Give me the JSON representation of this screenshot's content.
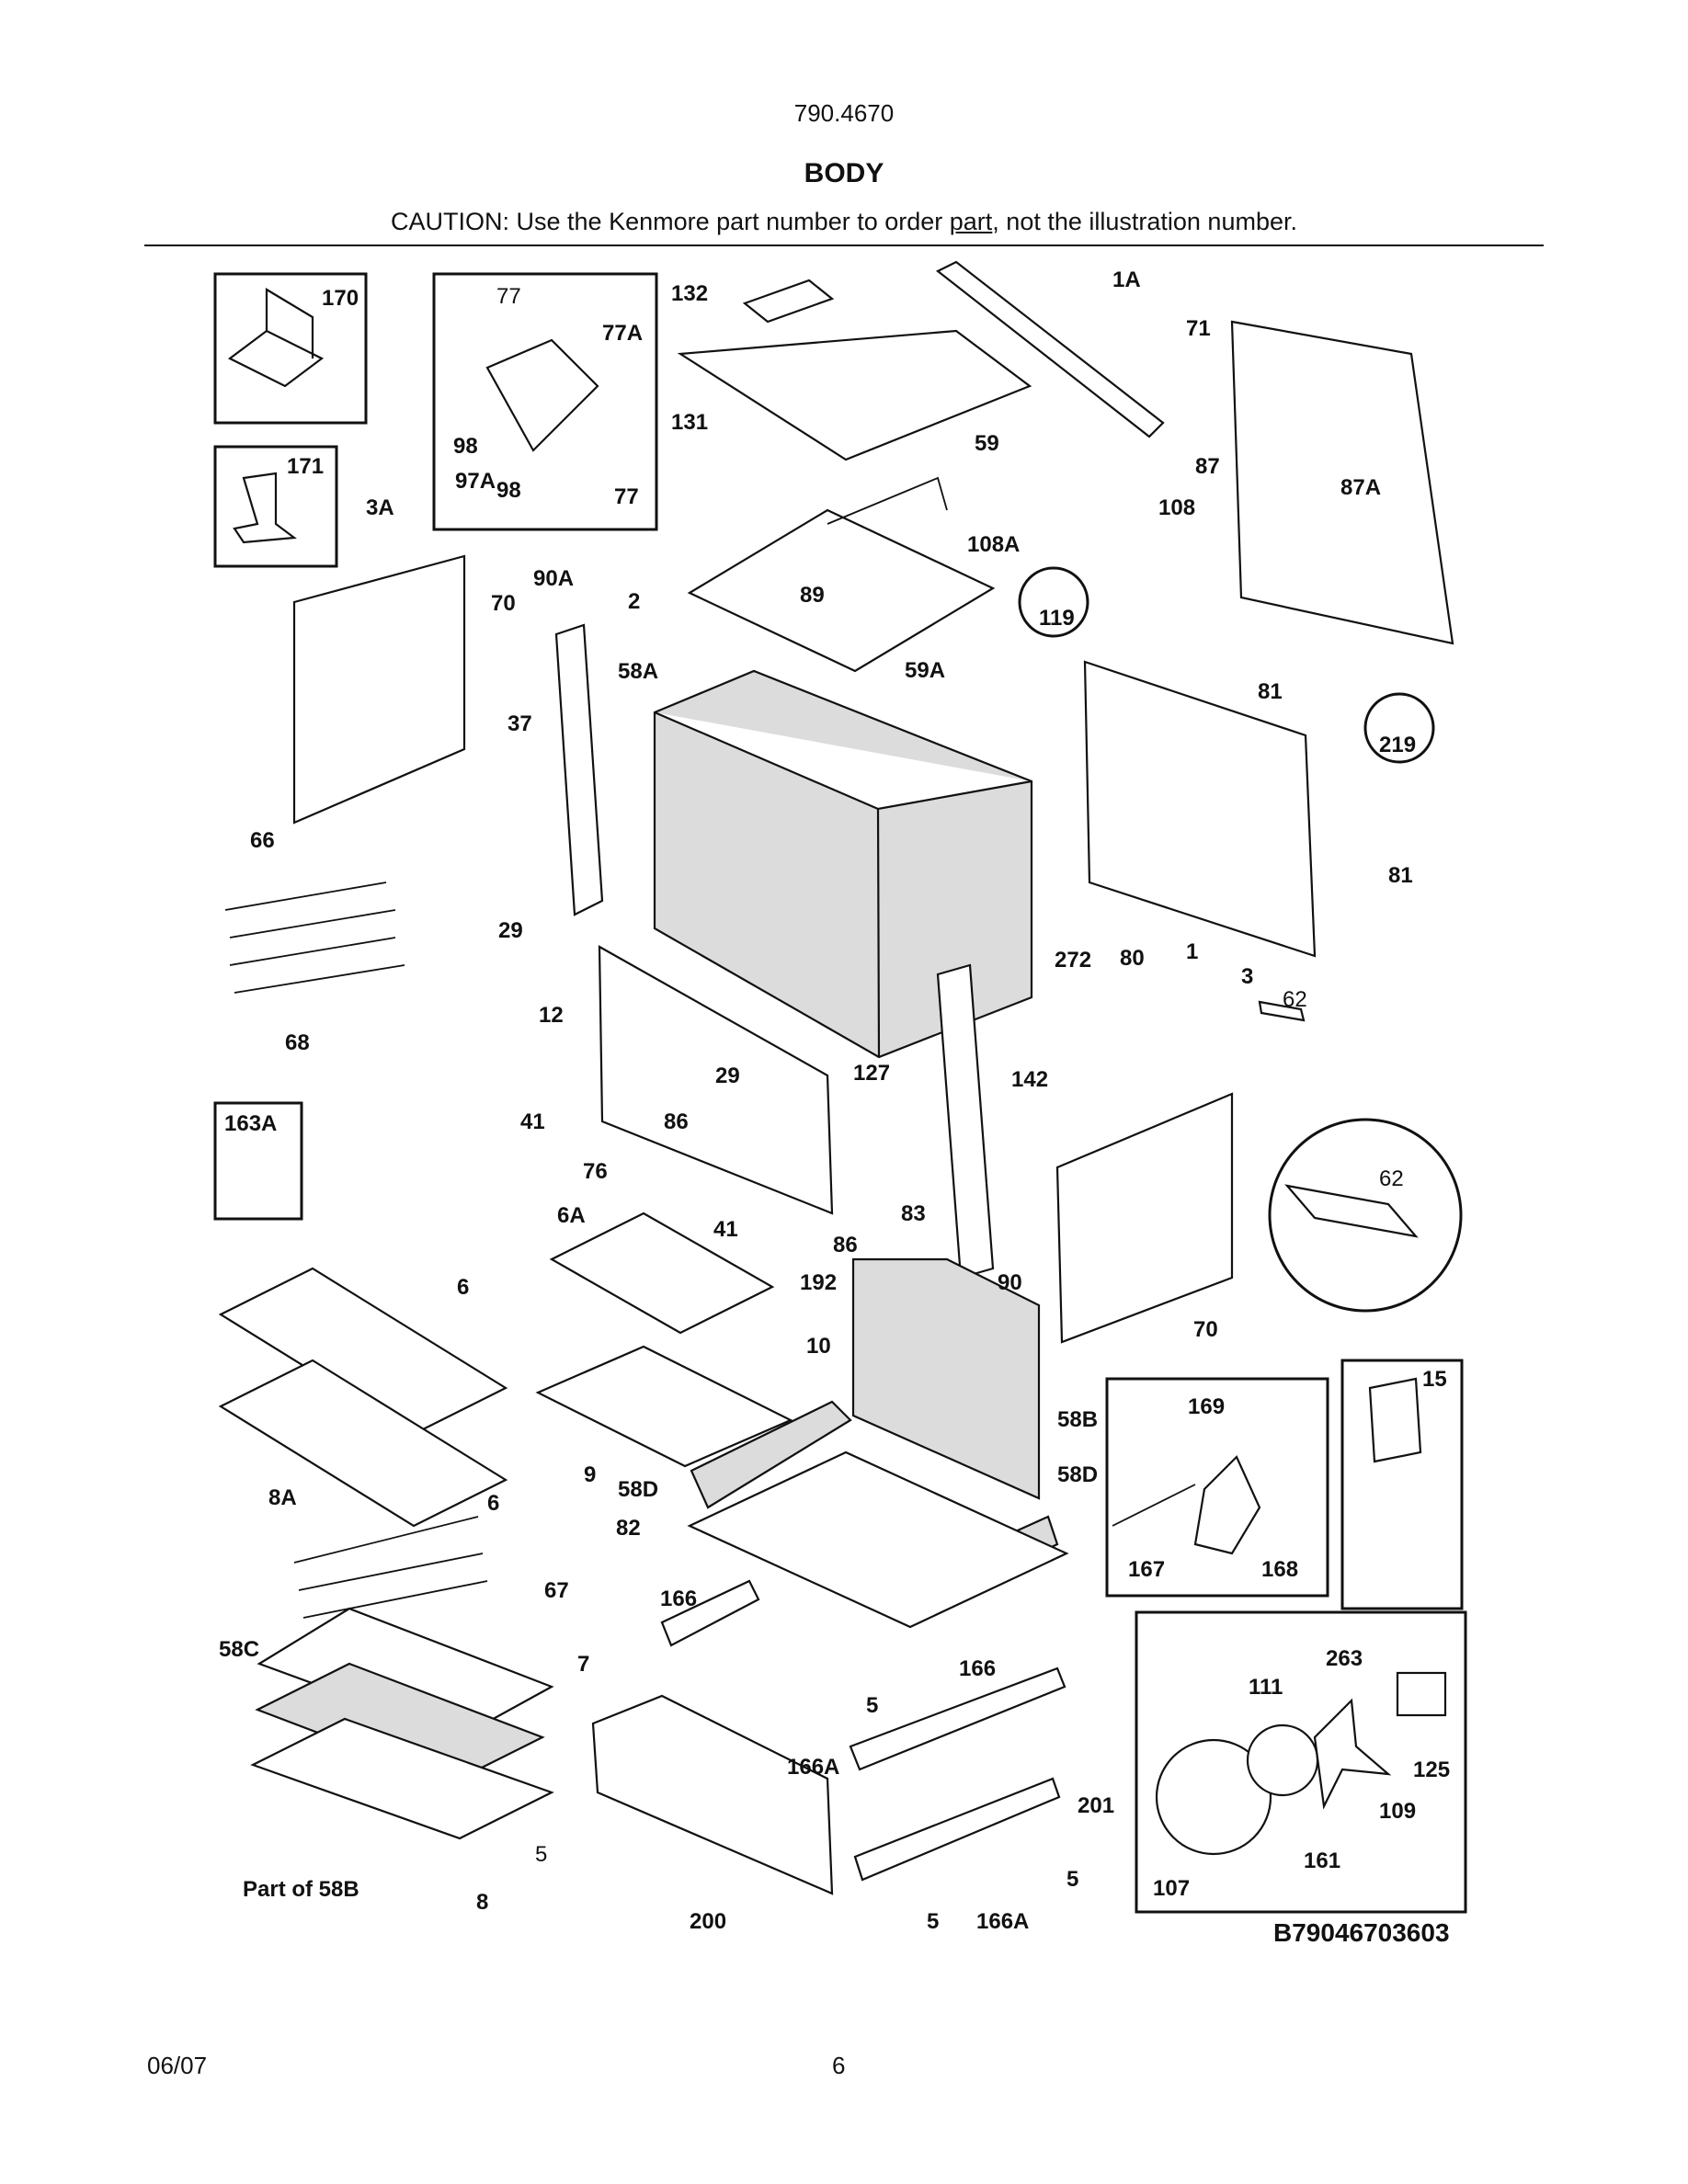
{
  "header": {
    "model": "790.4670",
    "title": "BODY",
    "caution_before": "CAUTION: Use the Kenmore part number to order ",
    "caution_link": "part",
    "caution_after": ", not the illustration number."
  },
  "diagram": {
    "figure_code": "B79046703603",
    "part_labels": [
      "170",
      "77",
      "77A",
      "98",
      "97A",
      "98",
      "77",
      "132",
      "1A",
      "131",
      "71",
      "59",
      "87",
      "87A",
      "108",
      "108A",
      "171",
      "3A",
      "90A",
      "70",
      "2",
      "89",
      "119",
      "81",
      "219",
      "58A",
      "59A",
      "37",
      "66",
      "29",
      "12",
      "272",
      "80",
      "1",
      "81",
      "3",
      "62",
      "68",
      "29",
      "127",
      "142",
      "163A",
      "41",
      "86",
      "76",
      "83",
      "6A",
      "41",
      "86",
      "90",
      "70",
      "62",
      "6",
      "192",
      "10",
      "169",
      "15",
      "58B",
      "9",
      "58D",
      "58D",
      "6",
      "8A",
      "82",
      "167",
      "168",
      "67",
      "166",
      "58C",
      "7",
      "263",
      "111",
      "166",
      "125",
      "5",
      "166A",
      "109",
      "201",
      "161",
      "5",
      "107",
      "5",
      "Part of 58B",
      "8",
      "200",
      "5",
      "166A"
    ]
  },
  "footer": {
    "date": "06/07",
    "page": "6"
  }
}
